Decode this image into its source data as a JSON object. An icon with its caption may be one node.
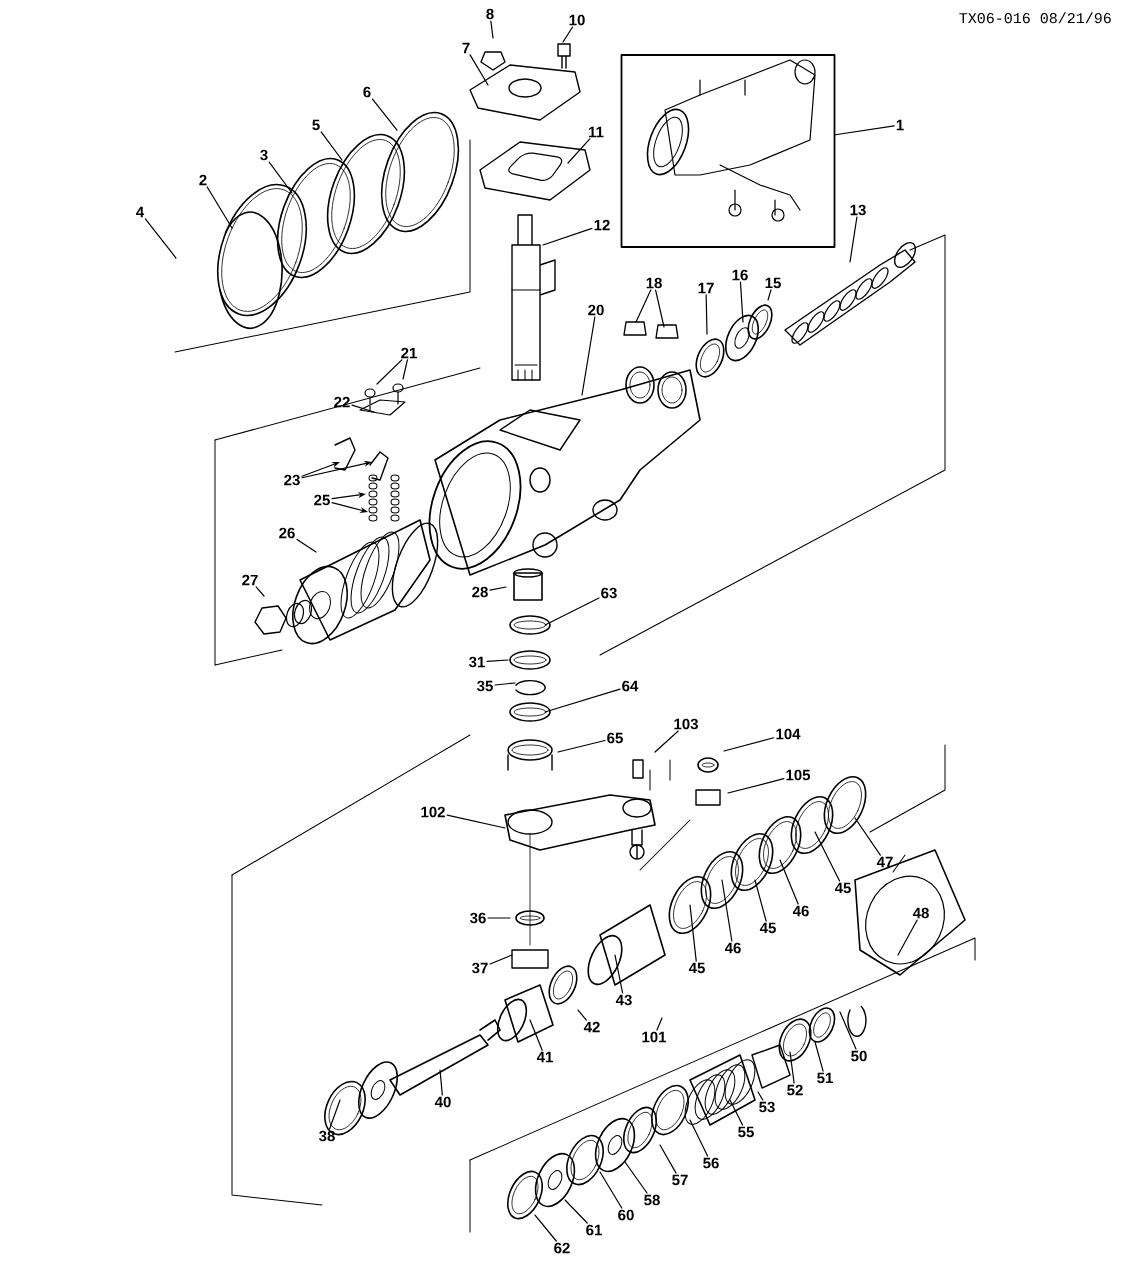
{
  "diagram": {
    "nodes": [
      {
        "text": [],
        "shape": "picture"
      },
      {
        "text": [
          "1"
        ]
      },
      {
        "text": [
          "8"
        ]
      },
      {
        "text": [
          "10"
        ]
      },
      {
        "text": [
          "7"
        ]
      },
      {
        "text": [
          "6"
        ]
      },
      {
        "text": [
          "5"
        ]
      },
      {
        "text": [
          "3"
        ]
      },
      {
        "text": [
          "2"
        ]
      },
      {
        "text": [
          "4"
        ]
      },
      {
        "text": [
          "11"
        ]
      },
      {
        "text": [
          "12"
        ]
      },
      {
        "text": [
          "13"
        ]
      },
      {
        "text": [
          "18"
        ]
      },
      {
        "text": [
          "17"
        ]
      },
      {
        "text": [
          "16"
        ]
      },
      {
        "text": [
          "15"
        ]
      },
      {
        "text": [
          "20"
        ]
      },
      {
        "text": [
          "21"
        ]
      },
      {
        "text": [
          "22"
        ]
      },
      {
        "text": [
          "23"
        ]
      },
      {
        "text": [
          "25"
        ]
      },
      {
        "text": [
          "26"
        ]
      },
      {
        "text": [
          "27"
        ]
      },
      {
        "text": [
          "28"
        ]
      },
      {
        "text": [
          "63"
        ]
      },
      {
        "text": [
          "31"
        ]
      },
      {
        "text": [
          "35"
        ]
      },
      {
        "text": [
          "64"
        ]
      },
      {
        "text": [
          "65"
        ]
      },
      {
        "text": [
          "103"
        ]
      },
      {
        "text": [
          "104"
        ]
      },
      {
        "text": [
          "105"
        ]
      },
      {
        "text": [
          "102"
        ]
      },
      {
        "text": [
          "47"
        ]
      },
      {
        "text": [
          "45"
        ]
      },
      {
        "text": [
          "46"
        ]
      },
      {
        "text": [
          "45"
        ]
      },
      {
        "text": [
          "46"
        ]
      },
      {
        "text": [
          "45"
        ]
      },
      {
        "text": [
          "36"
        ]
      },
      {
        "text": [
          "37"
        ]
      },
      {
        "text": [
          "43"
        ]
      },
      {
        "text": [
          "42"
        ]
      },
      {
        "text": [
          "101"
        ]
      },
      {
        "text": [
          "41"
        ]
      },
      {
        "text": [
          "40"
        ]
      },
      {
        "text": [
          "38"
        ]
      },
      {
        "text": [
          "48"
        ]
      },
      {
        "text": [
          "50"
        ]
      },
      {
        "text": [
          "51"
        ]
      },
      {
        "text": [
          "52"
        ]
      },
      {
        "text": [
          "53"
        ]
      },
      {
        "text": [
          "55"
        ]
      },
      {
        "text": [
          "56"
        ]
      },
      {
        "text": [
          "57"
        ]
      },
      {
        "text": [
          "58"
        ]
      },
      {
        "text": [
          "60"
        ]
      },
      {
        "text": [
          "61"
        ]
      },
      {
        "text": [
          "62"
        ]
      }
    ],
    "edges": [
      {
        "from": 1,
        "to": 0,
        "arrow": "none"
      },
      {
        "from": 2,
        "to": null,
        "arrow": "none"
      },
      {
        "from": 3,
        "to": null,
        "arrow": "none"
      },
      {
        "from": 4,
        "to": null,
        "arrow": "none"
      },
      {
        "from": 5,
        "to": null,
        "arrow": "none"
      },
      {
        "from": 6,
        "to": null,
        "arrow": "none"
      },
      {
        "from": 7,
        "to": null,
        "arrow": "none"
      },
      {
        "from": 8,
        "to": null,
        "arrow": "none"
      },
      {
        "from": 9,
        "to": null,
        "arrow": "none"
      },
      {
        "from": 10,
        "to": null,
        "arrow": "none"
      },
      {
        "from": 11,
        "to": null,
        "arrow": "none"
      },
      {
        "from": 12,
        "to": null,
        "arrow": "none"
      },
      {
        "from": 13,
        "to": null,
        "arrow": "none"
      },
      {
        "from": 13,
        "to": null,
        "arrow": "none"
      },
      {
        "from": 14,
        "to": null,
        "arrow": "none"
      },
      {
        "from": 15,
        "to": null,
        "arrow": "none"
      },
      {
        "from": 16,
        "to": null,
        "arrow": "none"
      },
      {
        "from": 17,
        "to": null,
        "arrow": "none"
      },
      {
        "from": 18,
        "to": null,
        "arrow": "none"
      },
      {
        "from": 18,
        "to": null,
        "arrow": "none"
      },
      {
        "from": 19,
        "to": null,
        "arrow": "none"
      },
      {
        "from": 20,
        "to": null,
        "arrow": "to"
      },
      {
        "from": 20,
        "to": null,
        "arrow": "to"
      },
      {
        "from": 21,
        "to": null,
        "arrow": "to"
      },
      {
        "from": 21,
        "to": null,
        "arrow": "to"
      },
      {
        "from": 22,
        "to": null,
        "arrow": "none"
      },
      {
        "from": 23,
        "to": null,
        "arrow": "none"
      },
      {
        "from": 24,
        "to": null,
        "arrow": "none"
      },
      {
        "from": 25,
        "to": null,
        "arrow": "none"
      },
      {
        "from": 26,
        "to": null,
        "arrow": "none"
      },
      {
        "from": 27,
        "to": null,
        "arrow": "none"
      },
      {
        "from": 28,
        "to": null,
        "arrow": "none"
      },
      {
        "from": 29,
        "to": null,
        "arrow": "none"
      },
      {
        "from": 30,
        "to": null,
        "arrow": "none"
      },
      {
        "from": 31,
        "to": null,
        "arrow": "none"
      },
      {
        "from": 32,
        "to": null,
        "arrow": "none"
      },
      {
        "from": 33,
        "to": null,
        "arrow": "none"
      },
      {
        "from": 34,
        "to": null,
        "arrow": "none"
      },
      {
        "from": 35,
        "to": null,
        "arrow": "none"
      },
      {
        "from": 36,
        "to": null,
        "arrow": "none"
      },
      {
        "from": 37,
        "to": null,
        "arrow": "none"
      },
      {
        "from": 38,
        "to": null,
        "arrow": "none"
      },
      {
        "from": 39,
        "to": null,
        "arrow": "none"
      },
      {
        "from": 40,
        "to": null,
        "arrow": "none"
      },
      {
        "from": 41,
        "to": null,
        "arrow": "none"
      },
      {
        "from": 42,
        "to": null,
        "arrow": "none"
      },
      {
        "from": 43,
        "to": null,
        "arrow": "none"
      },
      {
        "from": 44,
        "to": null,
        "arrow": "none"
      },
      {
        "from": 45,
        "to": null,
        "arrow": "none"
      },
      {
        "from": 46,
        "to": null,
        "arrow": "none"
      },
      {
        "from": 47,
        "to": null,
        "arrow": "none"
      },
      {
        "from": 48,
        "to": null,
        "arrow": "none"
      },
      {
        "from": 49,
        "to": null,
        "arrow": "none"
      },
      {
        "from": 50,
        "to": null,
        "arrow": "none"
      },
      {
        "from": 51,
        "to": null,
        "arrow": "none"
      },
      {
        "from": 52,
        "to": null,
        "arrow": "none"
      },
      {
        "from": 53,
        "to": null,
        "arrow": "none"
      },
      {
        "from": 54,
        "to": null,
        "arrow": "none"
      },
      {
        "from": 55,
        "to": null,
        "arrow": "none"
      },
      {
        "from": 56,
        "to": null,
        "arrow": "none"
      },
      {
        "from": 57,
        "to": null,
        "arrow": "none"
      },
      {
        "from": 58,
        "to": null,
        "arrow": "none"
      },
      {
        "from": 59,
        "to": null,
        "arrow": "none"
      }
    ],
    "labels": [
      "TX06-016 08/21/96"
    ]
  }
}
